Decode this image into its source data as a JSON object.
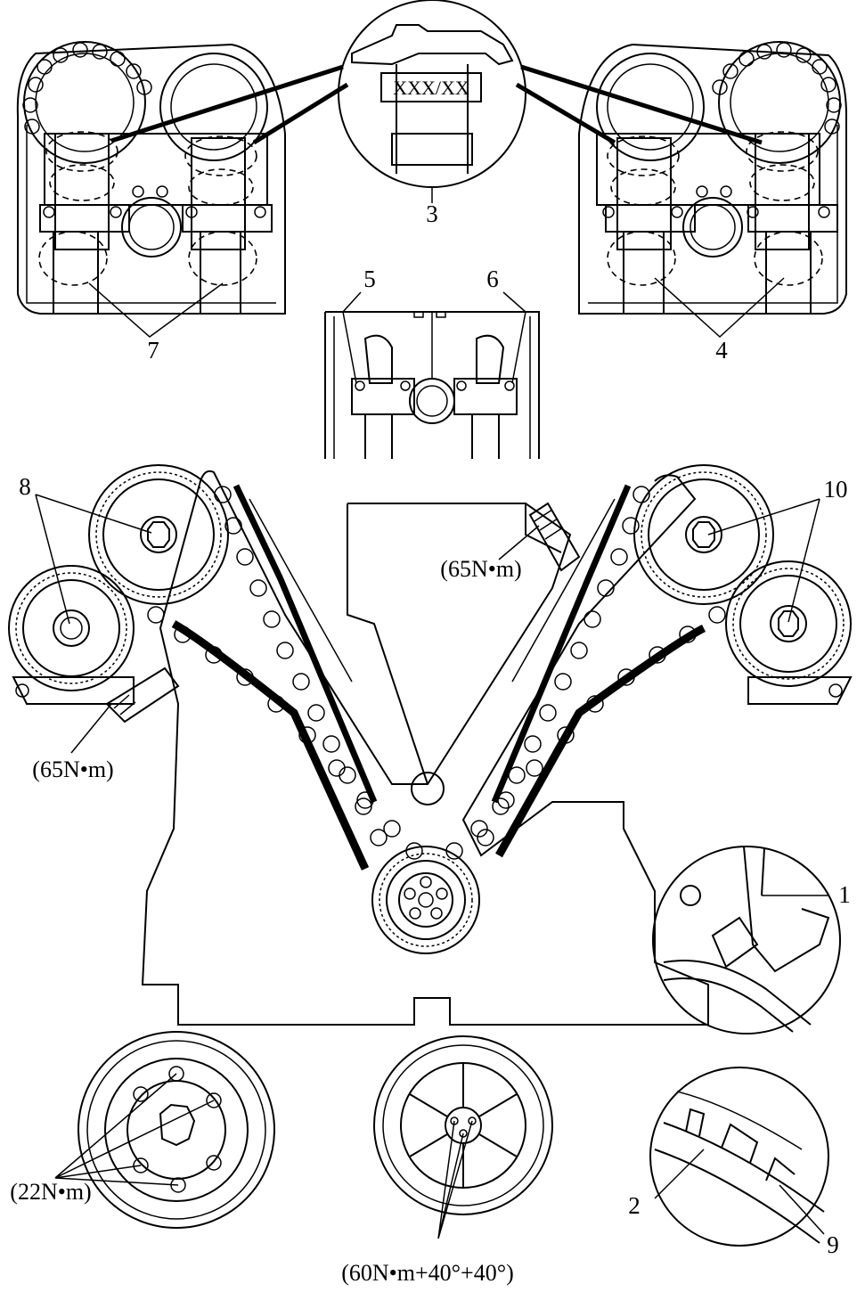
{
  "labels": {
    "n1": "1",
    "n2": "2",
    "n3": "3",
    "n4": "4",
    "n5": "5",
    "n6": "6",
    "n7": "7",
    "n8": "8",
    "n9": "9",
    "n10": "10"
  },
  "callout": {
    "code": "XXX/XX"
  },
  "torques": {
    "right_tensioner": "(65N•m)",
    "left_tensioner": "(65N•m)",
    "damper_bolts": "(22N•m)",
    "crank_bolts": "(60N•m+40°+40°)"
  }
}
